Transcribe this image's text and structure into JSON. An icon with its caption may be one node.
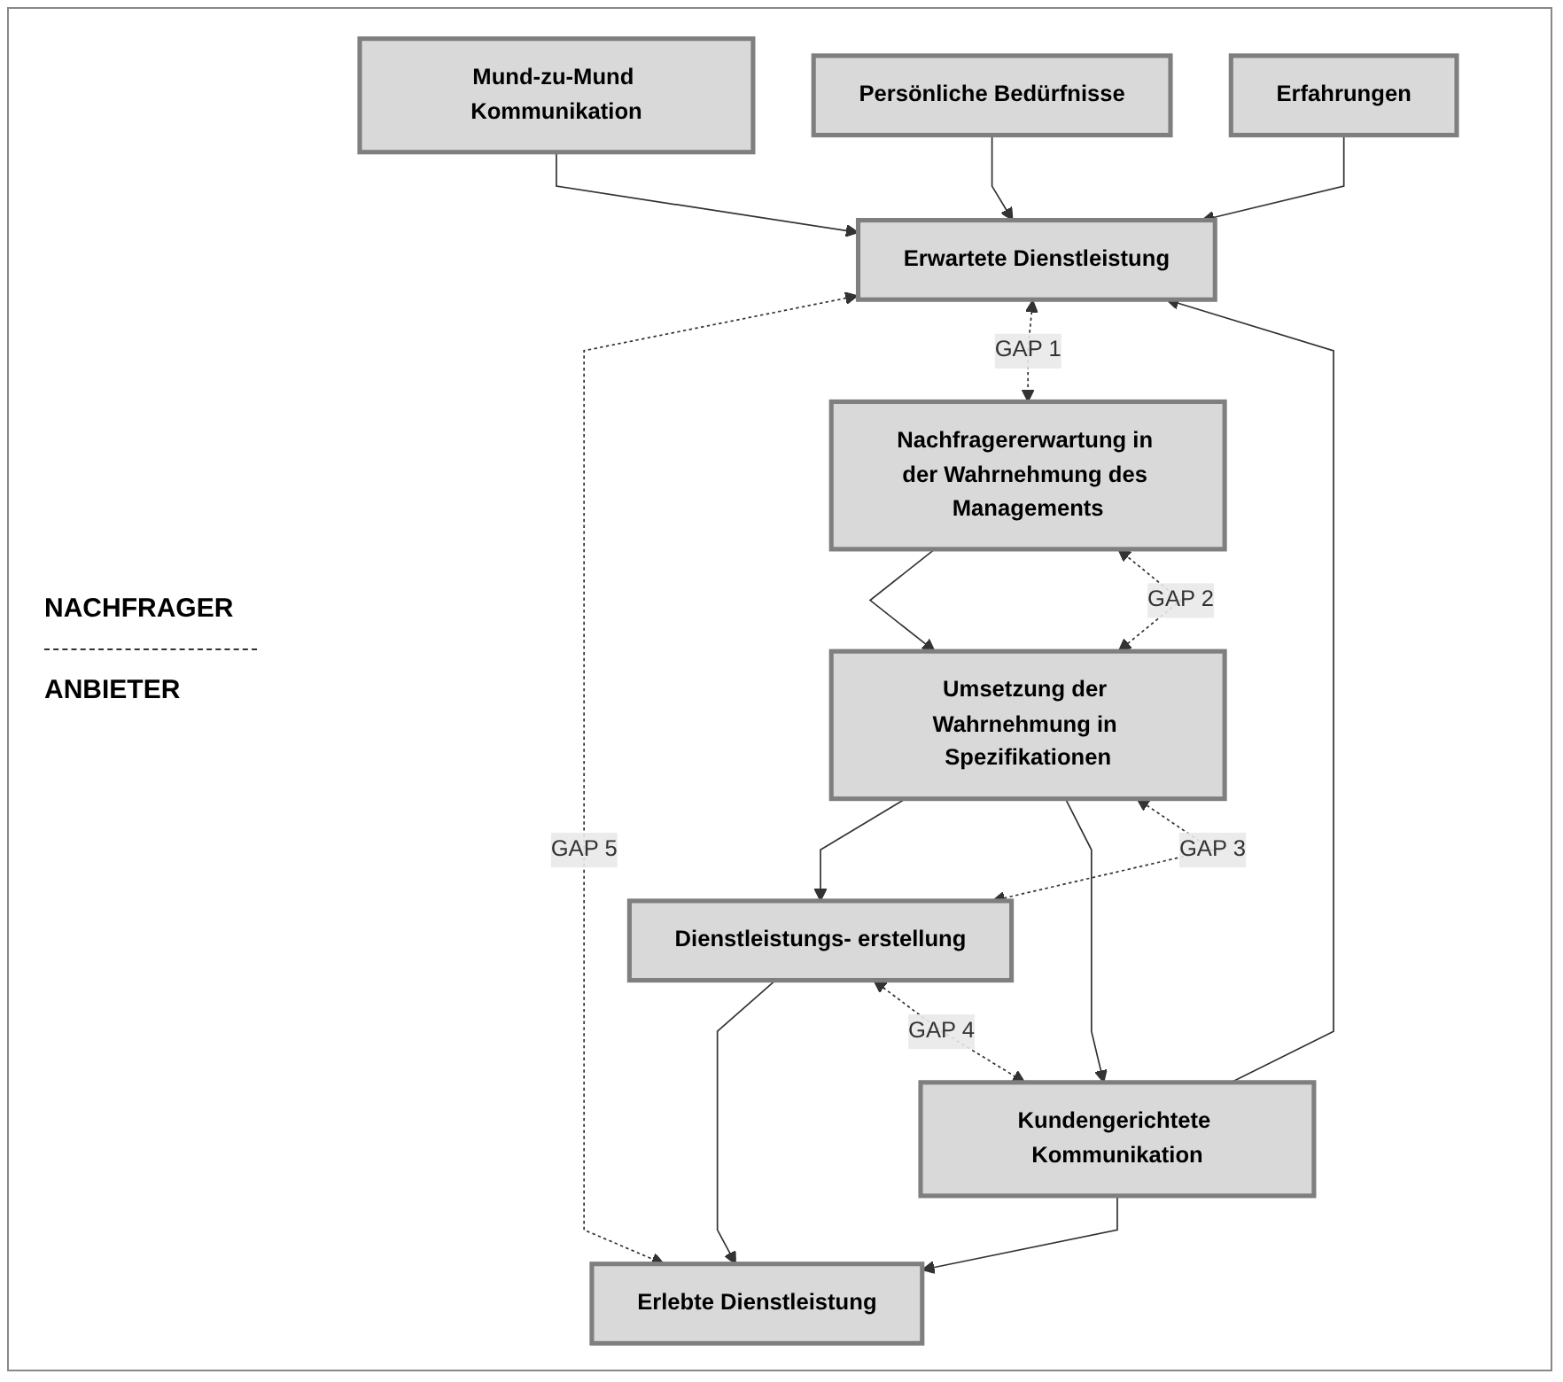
{
  "diagram": {
    "nodes": [
      {
        "text": [
          "Mund-zu-Mund Kommunikation"
        ]
      },
      {
        "text": [
          "Persönliche Bedürfnisse"
        ]
      },
      {
        "text": [
          "Erfahrungen"
        ]
      },
      {
        "text": [
          "Erwartete Dienstleistung"
        ]
      },
      {
        "text": [
          "Erlebte Dienstleistung"
        ]
      },
      {
        "text": [
          "Dienstleistungs- erstellung"
        ]
      },
      {
        "text": [
          "Kundengerichtete Kommunikation"
        ]
      },
      {
        "text": [
          "Umsetzung der Wahrnehmung in Spezifikationen"
        ]
      },
      {
        "text": [
          "Nachfragererwartung in der Wahrnehmung des Managements"
        ]
      }
    ],
    "edges": [
      {
        "from": 0,
        "to": 3,
        "arrow": "to"
      },
      {
        "from": 1,
        "to": 3,
        "arrow": "to"
      },
      {
        "from": 2,
        "to": 3,
        "arrow": "to"
      },
      {
        "from": 3,
        "to": 4,
        "arrow": "both",
        "label": "GAP 5",
        "style": "dashed"
      },
      {
        "from": 6,
        "to": 3,
        "arrow": "to"
      },
      {
        "from": 6,
        "to": 4,
        "arrow": "to"
      },
      {
        "from": 5,
        "to": 4,
        "arrow": "to"
      },
      {
        "from": 5,
        "to": 6,
        "arrow": "both",
        "label": "GAP 4",
        "style": "dashed"
      },
      {
        "from": 5,
        "to": 7,
        "arrow": "both",
        "label": "GAP 3",
        "style": "dashed"
      },
      {
        "from": 7,
        "to": 5,
        "arrow": "to"
      },
      {
        "from": 7,
        "to": 6,
        "arrow": "to"
      },
      {
        "from": 7,
        "to": 8,
        "arrow": "both",
        "label": "GAP 2",
        "style": "dashed"
      },
      {
        "from": 8,
        "to": 7,
        "arrow": "to"
      },
      {
        "from": 3,
        "to": 8,
        "arrow": "both",
        "label": "GAP 1",
        "style": "dashed"
      }
    ],
    "labels": [
      "NACHFRAGER",
      "ANBIETER"
    ]
  }
}
